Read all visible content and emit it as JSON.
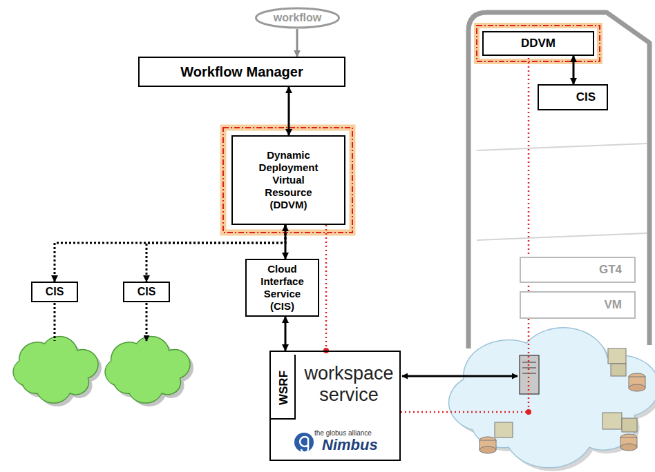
{
  "diagram": {
    "nodes": [
      {
        "text": [
          "workflow"
        ]
      },
      {
        "text": [
          "Workflow Manager"
        ]
      },
      {
        "text": [
          "Dynamic Deployment Virtual Resource (DDVM)"
        ]
      },
      {
        "text": [
          "CIS"
        ]
      },
      {
        "text": [
          "CIS"
        ]
      },
      {
        "text": [
          "Cloud Interface Service (CIS)"
        ]
      },
      {
        "text": [
          "WSRF",
          "workspace service"
        ]
      },
      {
        "text": [
          "DDVM"
        ]
      },
      {
        "text": [
          "CIS"
        ]
      },
      {
        "text": [
          "GT4"
        ]
      },
      {
        "text": [
          "VM"
        ]
      }
    ],
    "edges": [
      {
        "from": 0,
        "to": 1,
        "arrow": "to"
      },
      {
        "from": 1,
        "to": 2,
        "arrow": "both"
      },
      {
        "from": 2,
        "to": 3,
        "arrow": "to"
      },
      {
        "from": 2,
        "to": 4,
        "arrow": "to"
      },
      {
        "from": 2,
        "to": 5,
        "arrow": "both"
      },
      {
        "from": 5,
        "to": 6,
        "arrow": "both"
      },
      {
        "from": 2,
        "to": 6,
        "arrow": "none"
      },
      {
        "from": 7,
        "to": 8,
        "arrow": "both"
      }
    ],
    "labels": [
      "the globus alliance",
      "Nimbus"
    ]
  }
}
